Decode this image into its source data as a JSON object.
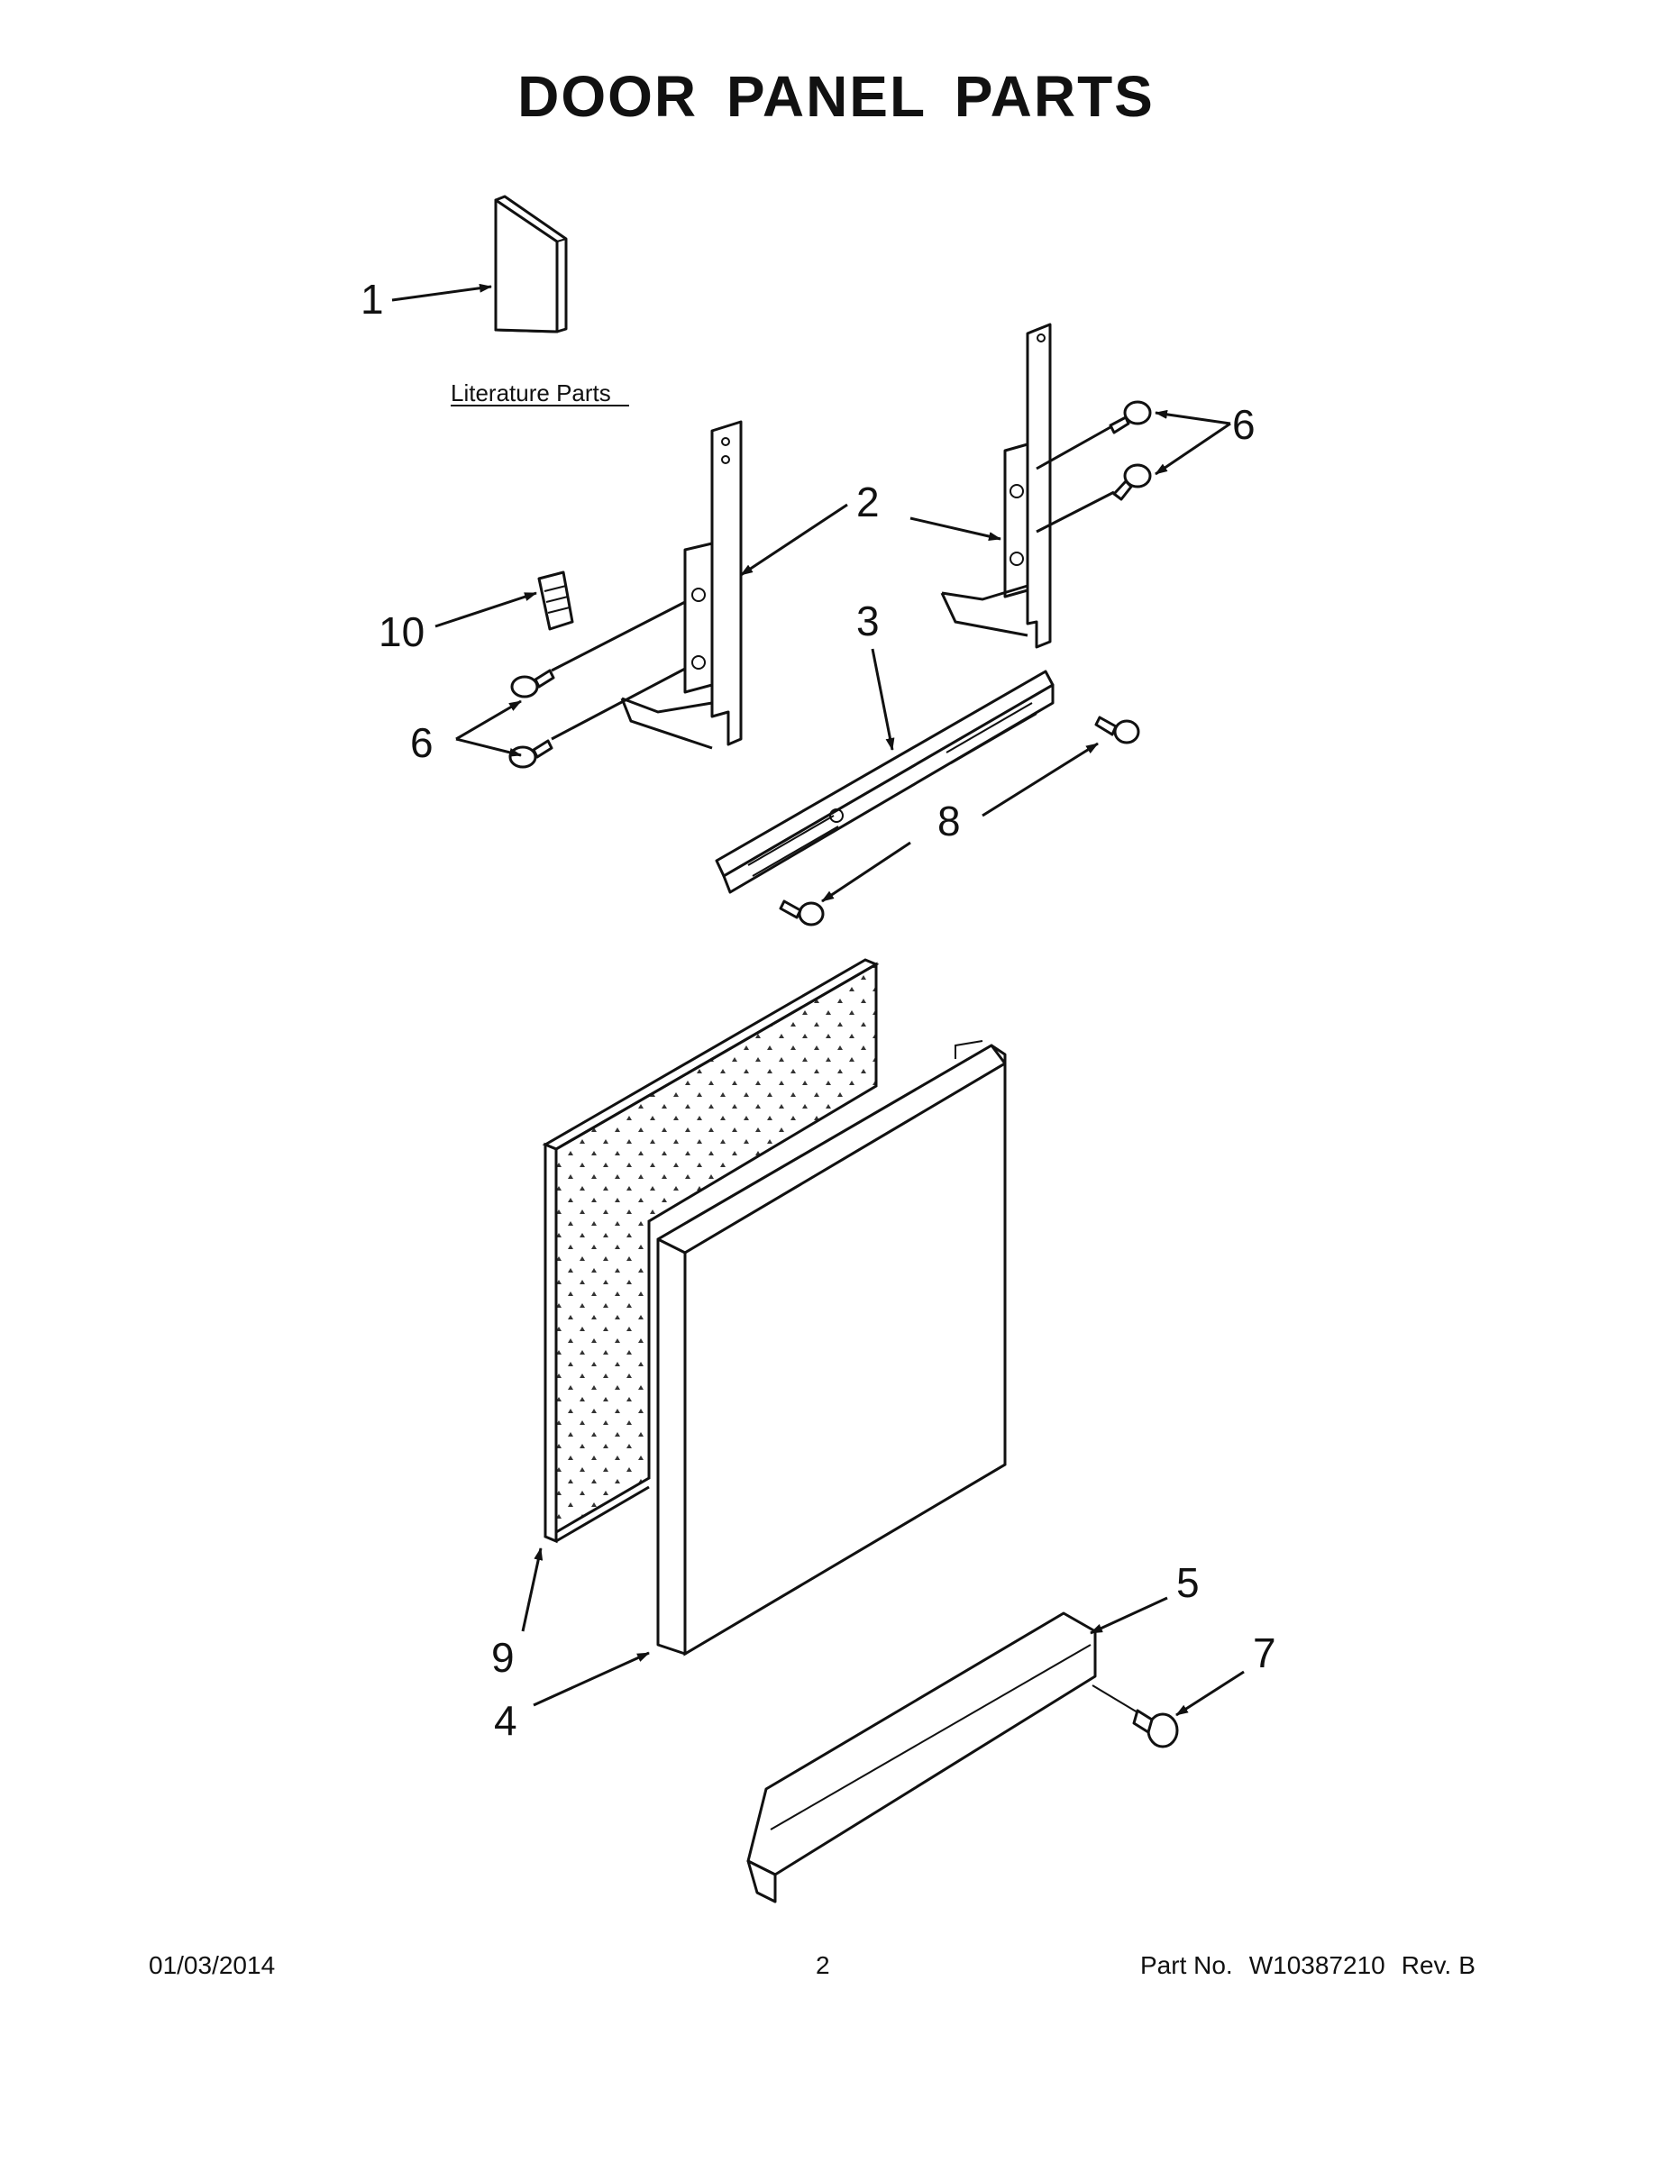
{
  "title": "DOOR PANEL PARTS",
  "literature_label": "Literature Parts",
  "callouts": {
    "c1": "1",
    "c2": "2",
    "c3": "3",
    "c4": "4",
    "c5": "5",
    "c6a": "6",
    "c6b": "6",
    "c7": "7",
    "c8": "8",
    "c9": "9",
    "c10": "10"
  },
  "footer": {
    "date": "01/03/2014",
    "page": "2",
    "part_label": "Part No.",
    "part_number": "W10387210",
    "rev_label": "Rev.",
    "rev": "B"
  }
}
